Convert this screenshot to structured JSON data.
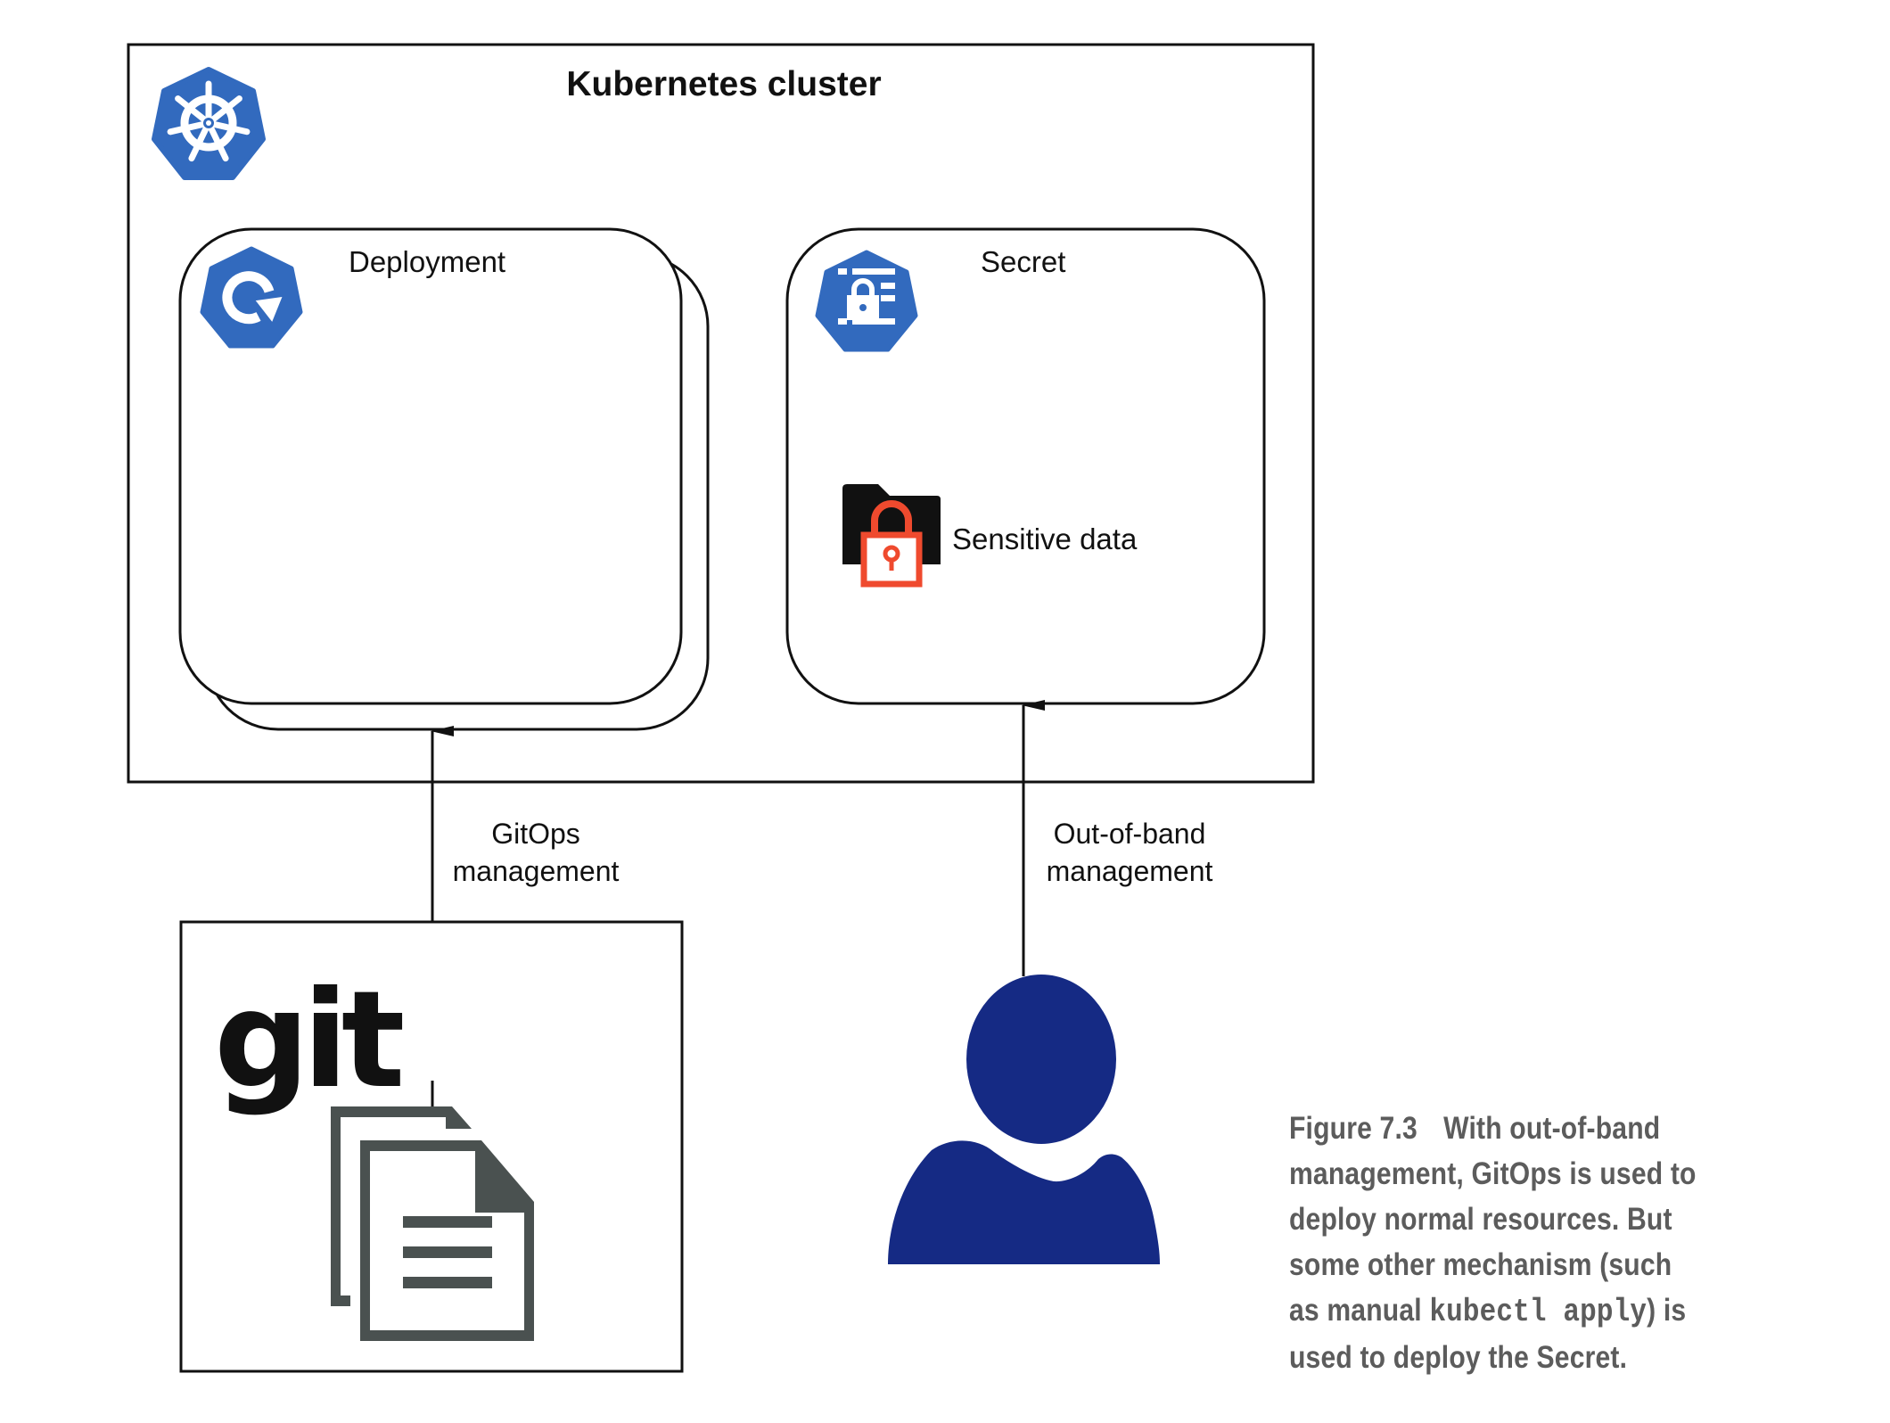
{
  "cluster": {
    "title": "Kubernetes cluster",
    "icon": "kubernetes-helm-icon",
    "color": "#326ABE"
  },
  "deployment": {
    "label": "Deployment",
    "icon": "deployment-icon"
  },
  "secret": {
    "label": "Secret",
    "icon": "secret-icon",
    "content": {
      "label": "Sensitive data",
      "icon": "locked-folder-icon",
      "lock_color": "#EF4A2E"
    }
  },
  "arrows": {
    "gitops": {
      "line1": "GitOps",
      "line2": "management"
    },
    "out_of_band": {
      "line1": "Out-of-band",
      "line2": "management"
    }
  },
  "git_repo": {
    "logo_text": "git",
    "icon": "documents-icon",
    "doc_color": "#4A5150"
  },
  "user": {
    "icon": "user-icon",
    "color": "#152A84"
  },
  "caption": {
    "figure": "Figure 7.3",
    "text_before": "With out-of-band management, GitOps is used to deploy normal resources. But some other mechanism (such as manual ",
    "code": "kubectl apply",
    "text_after": ") is used to deploy the Secret.",
    "lines": [
      [
        "Figure 7.3",
        "With out-of-band"
      ],
      [
        "management, GitOps is used to"
      ],
      [
        "deploy normal resources. But"
      ],
      [
        "some other mechanism (such"
      ],
      [
        "as manual ",
        "kubectl apply",
        ") is"
      ],
      [
        "used to deploy the Secret."
      ]
    ]
  }
}
